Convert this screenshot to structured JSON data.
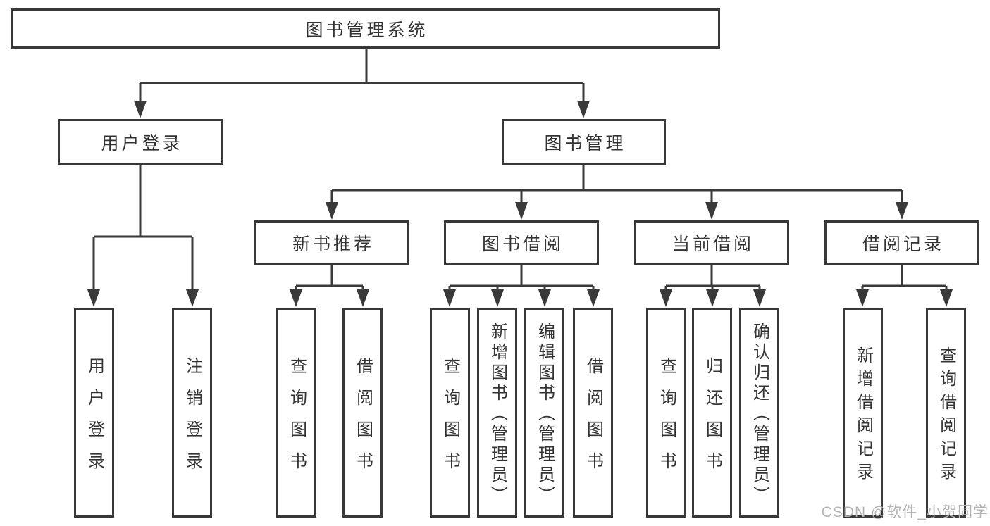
{
  "colors": {
    "line": "#3a3a3a",
    "box_border": "#383838",
    "text": "#333333",
    "watermark": "#b3b3b3",
    "background": "#ffffff"
  },
  "nodes": {
    "root": {
      "label": "图书管理系统"
    },
    "level2": [
      {
        "label": "用户登录"
      },
      {
        "label": "图书管理"
      }
    ],
    "level3": [
      {
        "label": "新书推荐"
      },
      {
        "label": "图书借阅"
      },
      {
        "label": "当前借阅"
      },
      {
        "label": "借阅记录"
      }
    ],
    "leaves": {
      "user_login": [
        {
          "label": "用户登录"
        },
        {
          "label": "注销登录"
        }
      ],
      "new_book_rec": [
        {
          "label": "查询图书"
        },
        {
          "label": "借阅图书"
        }
      ],
      "book_borrow": [
        {
          "label": "查询图书"
        },
        {
          "label": "新增图书（管理员）"
        },
        {
          "label": "编辑图书（管理员）"
        },
        {
          "label": "借阅图书"
        }
      ],
      "current_borrow": [
        {
          "label": "查询图书"
        },
        {
          "label": "归还图书"
        },
        {
          "label": "确认归还（管理员）"
        }
      ],
      "borrow_records": [
        {
          "label": "新增借阅记录"
        },
        {
          "label": "查询借阅记录"
        }
      ]
    }
  },
  "watermark": {
    "text": "CSDN @软件_小贺同学"
  }
}
